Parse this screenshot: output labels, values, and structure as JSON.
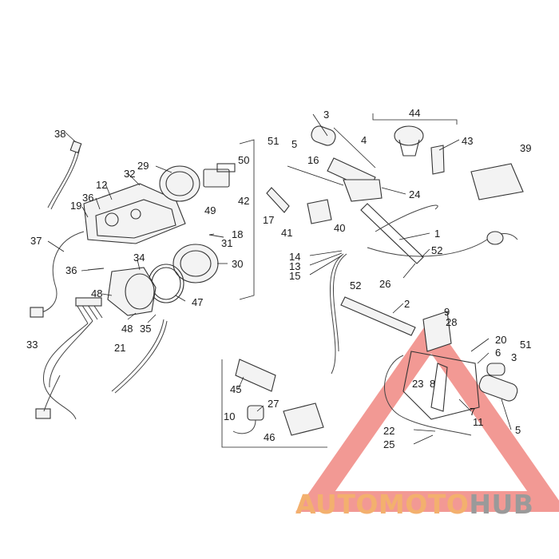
{
  "diagram": {
    "labels": [
      "1",
      "2",
      "3",
      "3",
      "4",
      "5",
      "5",
      "6",
      "7",
      "8",
      "9",
      "10",
      "11",
      "12",
      "13",
      "14",
      "15",
      "16",
      "17",
      "18",
      "19",
      "20",
      "21",
      "22",
      "23",
      "24",
      "25",
      "26",
      "27",
      "28",
      "29",
      "30",
      "31",
      "32",
      "33",
      "34",
      "35",
      "36",
      "36",
      "37",
      "38",
      "39",
      "40",
      "41",
      "42",
      "43",
      "44",
      "45",
      "46",
      "47",
      "48",
      "48",
      "49",
      "50",
      "51",
      "51",
      "52",
      "52"
    ],
    "line_color": "#333333",
    "watermark_color": "#e8453c"
  },
  "watermark": {
    "part_a": "AUTOMOTO",
    "part_b": "HUB",
    "color_a": "#f3b06e",
    "color_b": "#9a9a9a"
  }
}
